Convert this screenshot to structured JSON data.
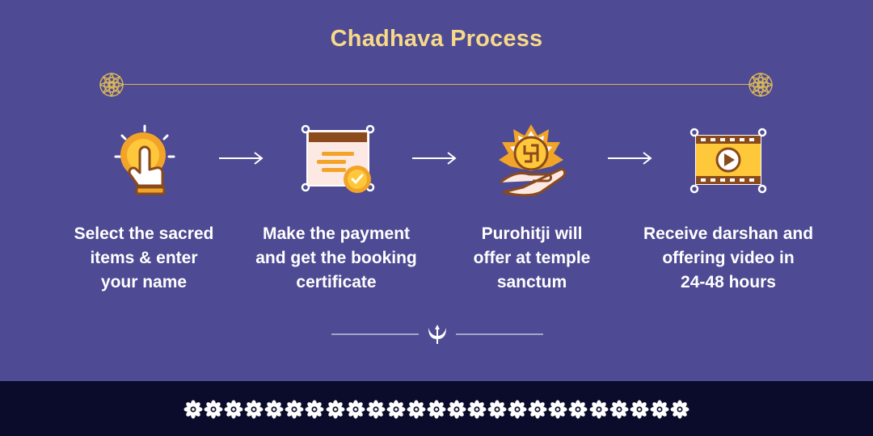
{
  "title": "Chadhava Process",
  "colors": {
    "background": "#4e4a93",
    "title": "#f7d98a",
    "rule": "#d9b75a",
    "footer": "#0b0b2b",
    "accent_orange": "#f2a429",
    "accent_yellow": "#ffc83a",
    "accent_brown": "#8a4a1c",
    "text": "#ffffff"
  },
  "steps": [
    {
      "icon": "tap-finger-icon",
      "text": "Select the sacred\nitems & enter\nyour name"
    },
    {
      "icon": "certificate-icon",
      "text": "Make the payment\nand get the booking\ncertificate"
    },
    {
      "icon": "swastik-offering-icon",
      "text": "Purohitji will\noffer at temple\nsanctum"
    },
    {
      "icon": "video-play-icon",
      "text": "Receive darshan and\noffering video in\n24-48 hours"
    }
  ],
  "decor": {
    "divider_icon": "trishul-icon",
    "flower_icon": "flower-icon",
    "flower_count": 25
  }
}
